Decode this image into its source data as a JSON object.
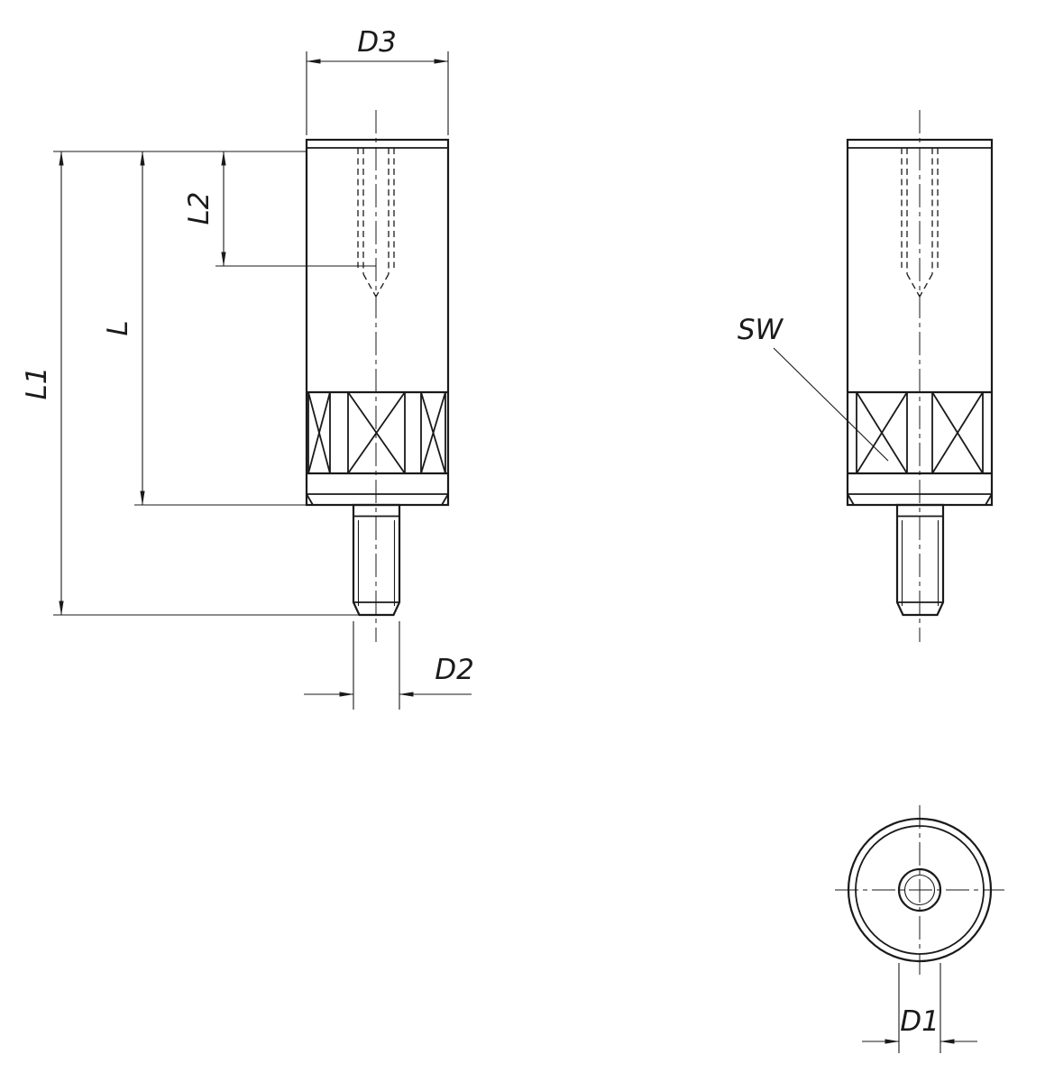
{
  "labels": {
    "d3": "D3",
    "l1": "L1",
    "l": "L",
    "l2": "L2",
    "d2": "D2",
    "sw": "SW",
    "d1": "D1"
  },
  "colors": {
    "part_fill": "#d9d9d9",
    "line": "#1a1a1a",
    "background": "#ffffff"
  }
}
